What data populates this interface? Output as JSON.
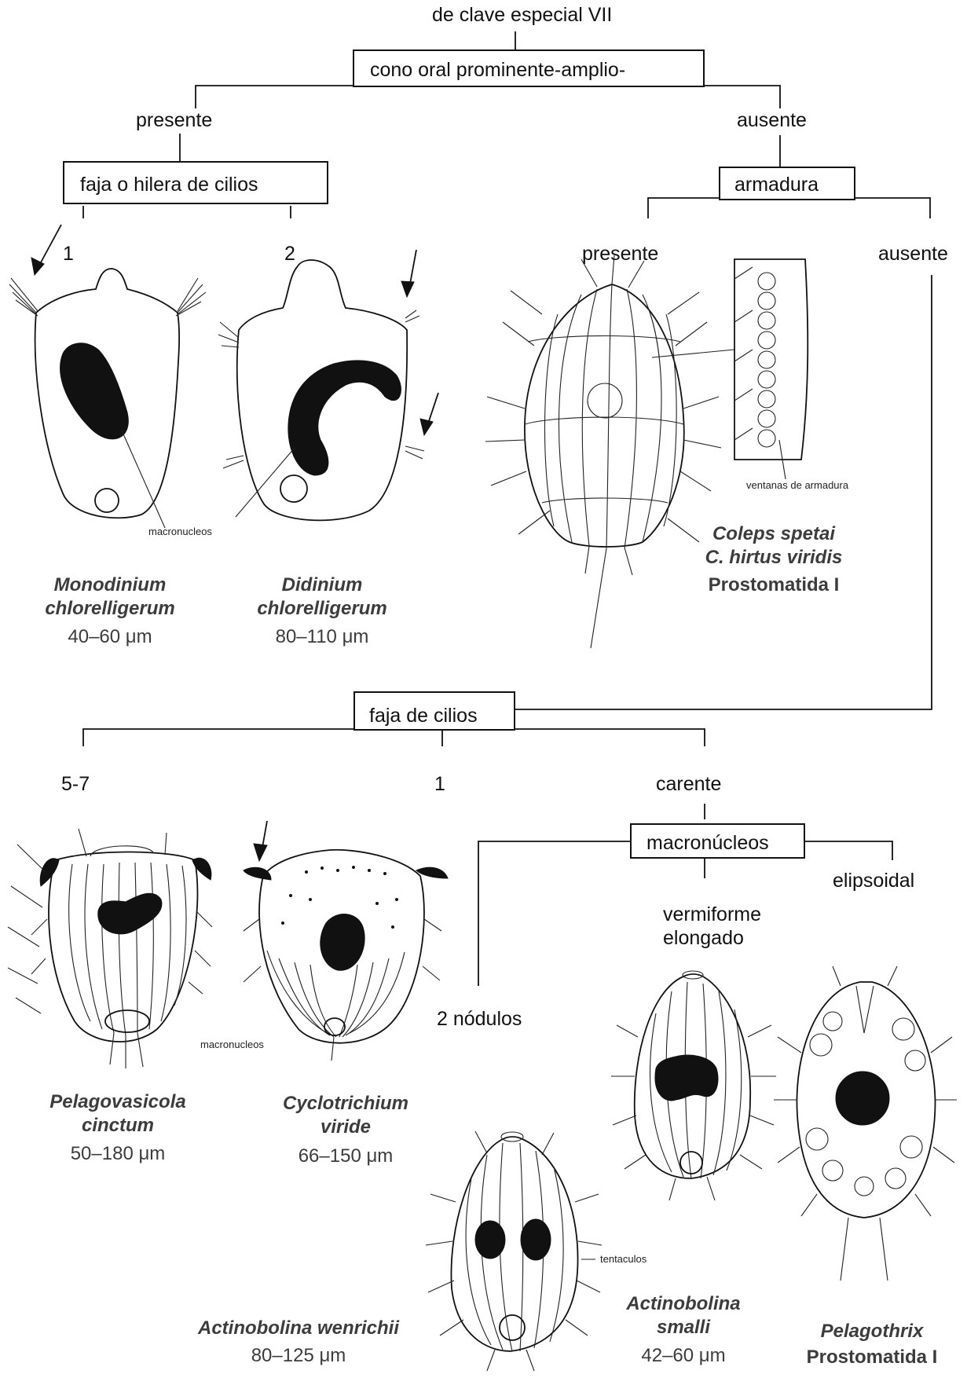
{
  "key": {
    "title": "de clave especial VII",
    "q1": "cono oral prominente-amplio-",
    "q1_yes": "presente",
    "q1_no": "ausente",
    "q2": "faja o hilera de cilios",
    "q2_a": "1",
    "q2_b": "2",
    "q3": "armadura",
    "q3_yes": "presente",
    "q3_no": "ausente",
    "q4": "faja de cilios",
    "q4_a": "5-7",
    "q4_b": "1",
    "q4_c": "carente",
    "q5": "macronúcleos",
    "q5_a": "2 nódulos",
    "q5_b": "vermiforme\nelongado",
    "q5_c": "elipsoidal"
  },
  "annotations": {
    "macronucleos_1": "macronucleos",
    "macronucleos_2": "macronucleos",
    "ventanas": "ventanas de armadura",
    "tentaculos": "tentaculos"
  },
  "organisms": [
    {
      "name": "Monodinium\nchlorelligerum",
      "size": "40–60 μm"
    },
    {
      "name": "Didinium\nchlorelligerum",
      "size": "80–110 μm"
    },
    {
      "name": "Coleps spetai\nC. hirtus viridis",
      "order": "Prostomatida I"
    },
    {
      "name": "Pelagovasicola\ncinctum",
      "size": "50–180 μm"
    },
    {
      "name": "Cyclotrichium\nviride",
      "size": "66–150 μm"
    },
    {
      "name": "Actinobolina wenrichii",
      "size": "80–125 μm"
    },
    {
      "name": "Actinobolina\nsmalli",
      "size": "42–60 μm"
    },
    {
      "name": "Pelagothrix",
      "order": "Prostomatida I"
    }
  ]
}
